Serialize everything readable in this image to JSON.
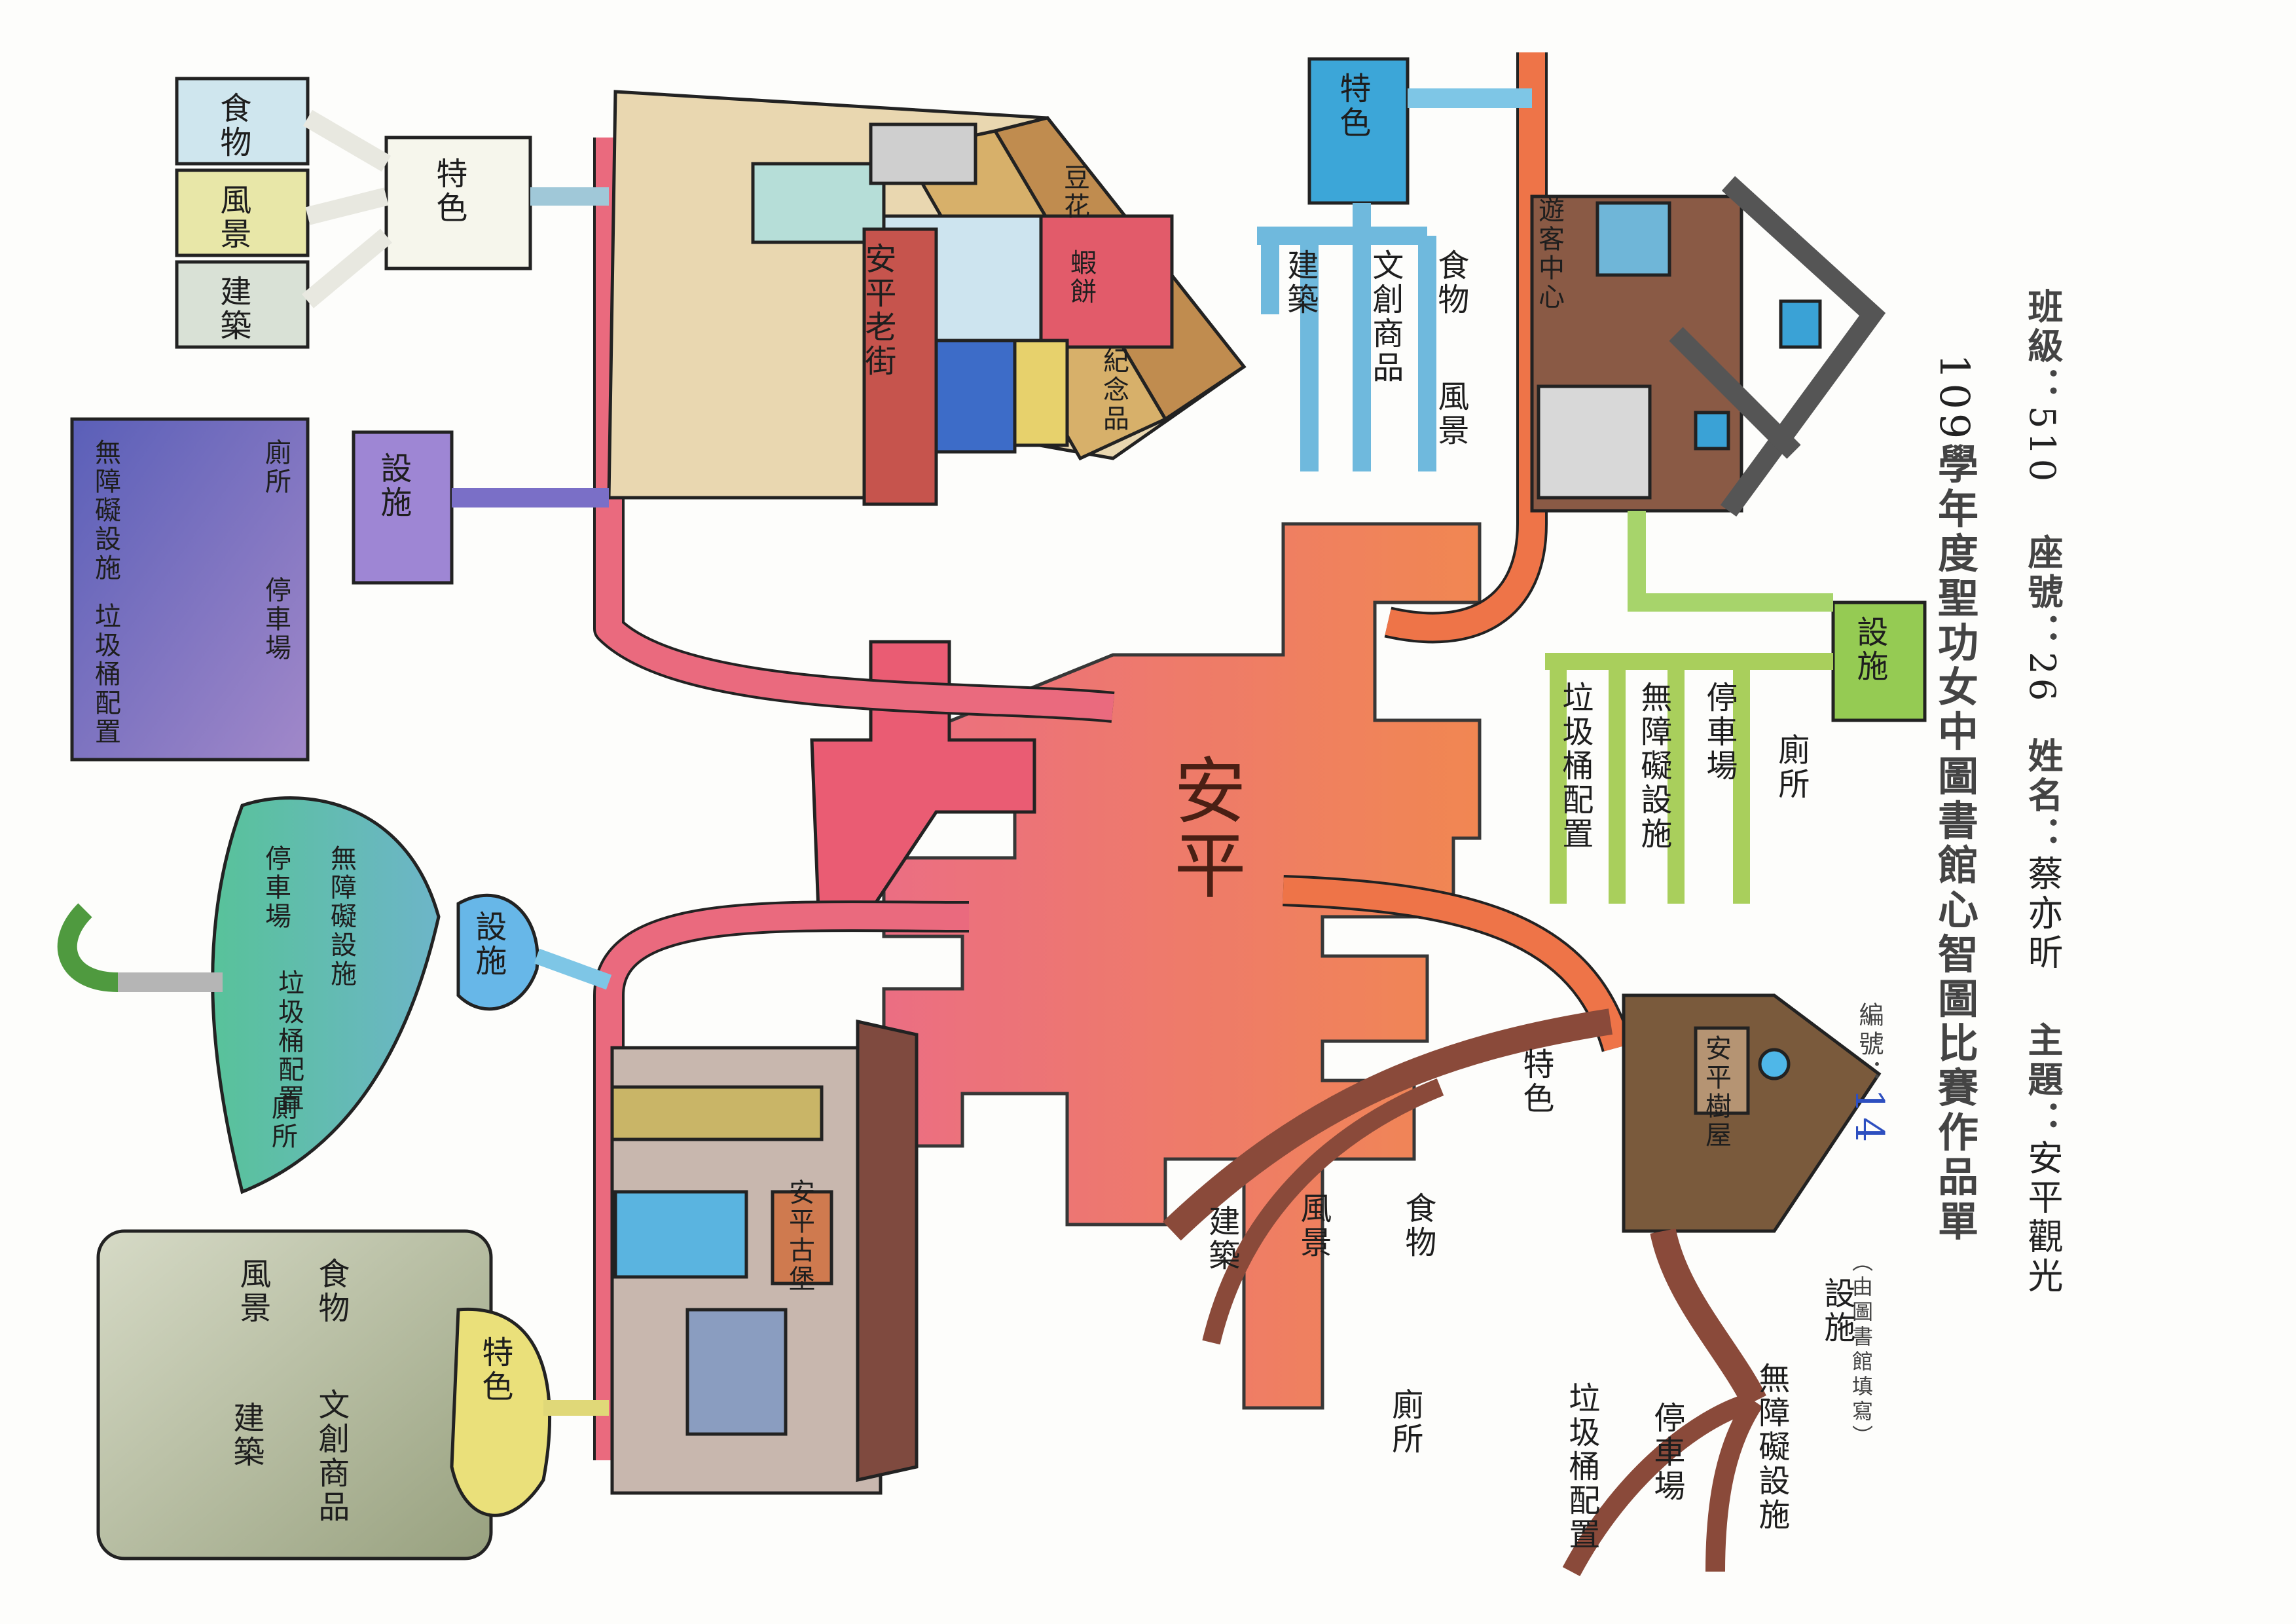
{
  "header": {
    "class_label": "班級：",
    "class_value": "510",
    "seat_label": "座號：",
    "seat_value": "26",
    "name_label": "姓名：",
    "name_value": "蔡亦昕",
    "topic_label": "主題：",
    "topic_value": "安平觀光",
    "year_value": "109",
    "title": "學年度聖功女中圖書館心智圖比賽作品單",
    "serial_label": "編號：",
    "serial_value": "14",
    "note": "（由圖書館填寫）"
  },
  "center": {
    "label": "安平"
  },
  "branches": {
    "treehouse": {
      "place": "安平樹屋",
      "feature": "特色",
      "feature_items": [
        "食物",
        "風景",
        "建築"
      ],
      "facility": "設施",
      "facility_items": [
        "無障礙設施",
        "停車場",
        "垃圾桶配置",
        "廁所"
      ]
    },
    "old_street": {
      "place": "安平老街",
      "feature": "特色",
      "feature_items": [
        "食物",
        "風景",
        "建築"
      ],
      "facility": "設施",
      "facility_items": [
        "廁所",
        "無障礙設施",
        "停車場",
        "垃圾桶配置"
      ],
      "shops": [
        "豆花",
        "蝦餅",
        "紀念品"
      ]
    },
    "visitor_center": {
      "place": "遊客中心",
      "feature": "特色",
      "feature_items": [
        "食物",
        "文創商品",
        "建築",
        "風景"
      ],
      "facility": "設施",
      "facility_items": [
        "廁所",
        "停車場",
        "無障礙設施",
        "垃圾桶配置"
      ]
    },
    "fort": {
      "place": "安平古堡",
      "feature": "特色",
      "feature_items": [
        "食物",
        "風景",
        "文創商品",
        "建築"
      ],
      "facility": "設施",
      "facility_items": [
        "無障礙設施",
        "停車場",
        "垃圾桶配置",
        "廁所"
      ]
    }
  },
  "colors": {
    "center": "#ee7a4c",
    "pink": "#e9657a",
    "orange_trunk": "#ee7448",
    "brown": "#a9624a",
    "blue": "#3f9fd0",
    "green": "#9bcf62",
    "purple": "#6b61b5",
    "teal": "#3fb093",
    "olive": "#b8bda3"
  }
}
